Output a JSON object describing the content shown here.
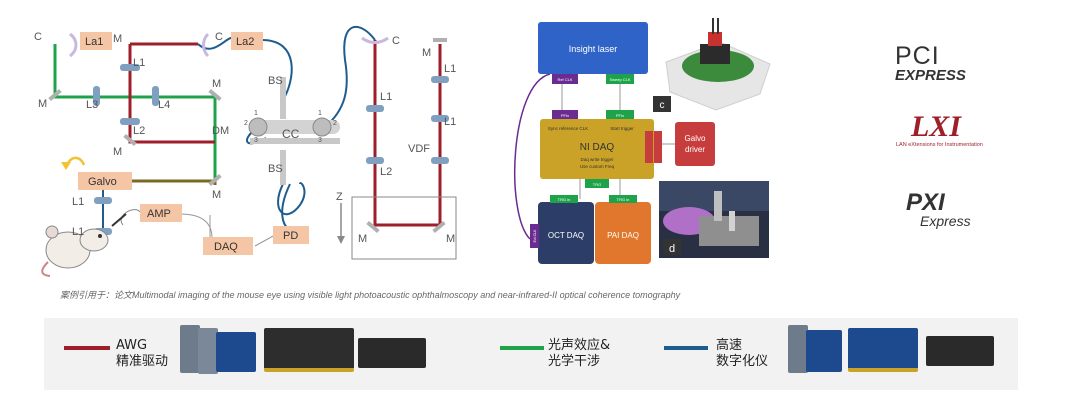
{
  "optics": {
    "C_tl": "C",
    "La1": "La1",
    "M_1": "M",
    "L1_a": "L1",
    "M_2": "M",
    "L3": "L3",
    "L4": "L4",
    "L2_a": "L2",
    "DM": "DM",
    "M_3": "M",
    "Galvo": "Galvo",
    "M_4": "M",
    "L1_b": "L1",
    "L1_c": "L1",
    "AMP": "AMP",
    "DAQ": "DAQ",
    "PD": "PD",
    "C_2": "C",
    "La2": "La2",
    "BS_1": "BS",
    "CC": "CC",
    "BS_2": "BS",
    "n1a": "1",
    "n2a": "2",
    "n3a": "3",
    "n1b": "1",
    "n2b": "2",
    "n3b": "3",
    "C_3": "C",
    "L1_d": "L1",
    "L2_b": "L2",
    "M_5": "M",
    "L1_e": "L1",
    "L1_f": "L1",
    "VDF": "VDF",
    "Z": "Z",
    "M_6": "M",
    "M_7": "M",
    "M_top": "M"
  },
  "system": {
    "laser": "Insight laser",
    "nidaq": "NI DAQ",
    "sync_clk": "Sync reference CLK",
    "start_trigger": "Start trigger",
    "daq_note1": "Daq write trigger",
    "daq_note2": "Use custom Freq",
    "galvo_driver1": "Galvo",
    "galvo_driver2": "driver",
    "oct_daq": "OCT DAQ",
    "pai_daq": "PAI DAQ",
    "tag_ref_clk": "Ref CLK",
    "tag_sweep": "Sweep CLK",
    "tag_pfi_a": "PFIx",
    "tag_pfi_b": "PFIx",
    "tag_trig_out": "TRG",
    "tag_trig_in1": "TRG in",
    "tag_trig_in2": "TRG in",
    "tag_ext": "Ext CLK",
    "photo_c": "c",
    "photo_d": "d"
  },
  "caption": "案例引用于：论文Multimodal imaging of the mouse eye using visible light photoacoustic  ophthalmoscopy and near-infrared-II optical coherence tomography",
  "legend": {
    "awg1": "AWG",
    "awg2": "精准驱动",
    "pa1": "光声效应&",
    "pa2": "光学干涉",
    "hs1": "高速",
    "hs2": "数字化仪"
  },
  "logos": {
    "pci1": "PCI",
    "pci2": "EXPRESS",
    "lxi1": "LXI",
    "lxi2": "LAN eXtensions for Instrumentation",
    "pxi1": "PXI",
    "pxi2": "Express"
  },
  "colors": {
    "red": "#9e1f2a",
    "green": "#1fa34a",
    "blue": "#1d5c8f",
    "peach": "#f5c6a5",
    "olive": "#7a6a20",
    "laser_blue": "#2f63c8",
    "daq_gold": "#c9a227",
    "oct_navy": "#2c3e67",
    "pai_orange": "#e0772c",
    "galvo_red": "#c73d3d",
    "purple": "#6a2c91"
  }
}
